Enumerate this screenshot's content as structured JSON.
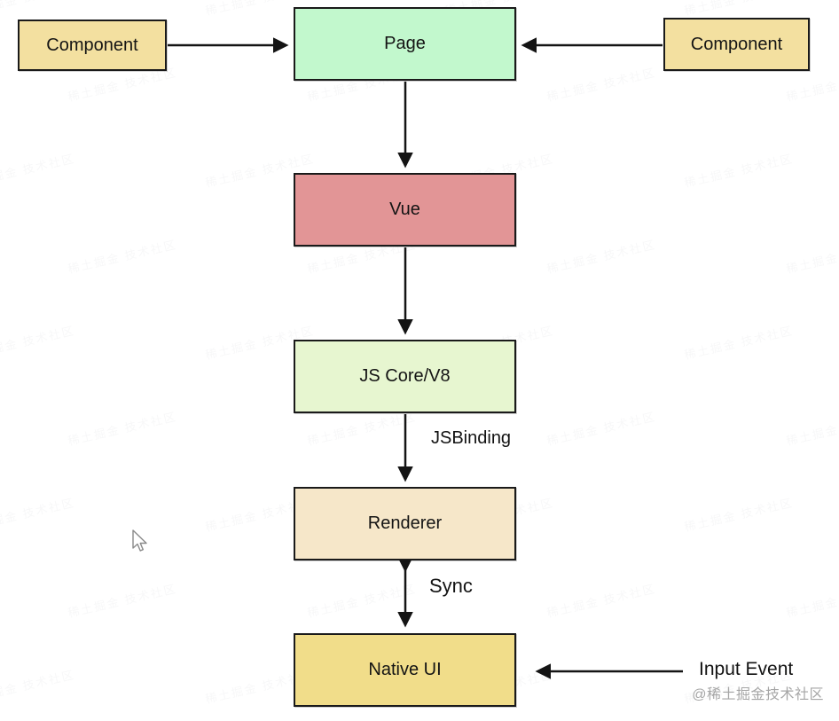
{
  "diagram": {
    "nodes": {
      "component_left": {
        "label": "Component",
        "fill": "#f3e0a0"
      },
      "page": {
        "label": "Page",
        "fill": "#c2f8cd"
      },
      "component_right": {
        "label": "Component",
        "fill": "#f3e0a0"
      },
      "vue": {
        "label": "Vue",
        "fill": "#e29596"
      },
      "js_core": {
        "label": "JS Core/V8",
        "fill": "#e7f6d0"
      },
      "renderer": {
        "label": "Renderer",
        "fill": "#f6e7c9"
      },
      "native_ui": {
        "label": "Native UI",
        "fill": "#f1dd8a"
      }
    },
    "edge_labels": {
      "js_binding": "JSBinding",
      "sync": "Sync",
      "input_event": "Input Event"
    },
    "style": {
      "border_color": "#1a1a1a",
      "arrow_color": "#141414"
    }
  },
  "watermarks": {
    "credit": "@稀土掘金技术社区",
    "credit_color": "#a6a6a6",
    "tile_text": "稀土掘金 技术社区"
  }
}
